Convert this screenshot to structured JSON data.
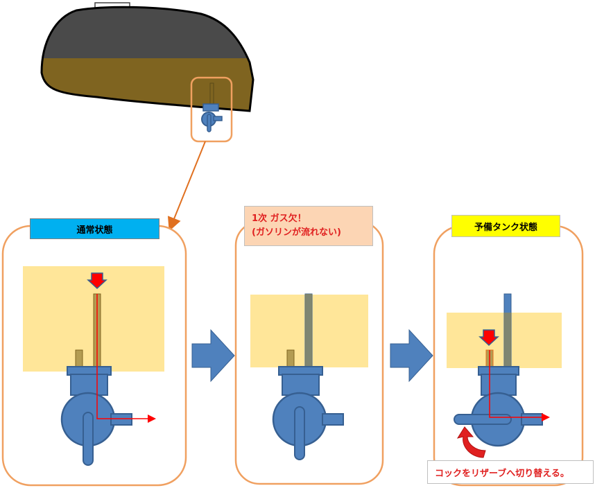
{
  "panels": {
    "normal": {
      "title": "通常状態"
    },
    "empty": {
      "title_line1": "1次 ガス欠！",
      "title_line2": "(ガソリンが流れない)"
    },
    "reserve": {
      "title": "予備タンク状態"
    }
  },
  "note": {
    "text": "コックをリザーブへ切り替える。"
  },
  "colors": {
    "tank_top": "#4a4a4a",
    "tank_fuel": "#7f6420",
    "fuel_zone": "#ffe699",
    "valve_blue": "#4f81bd",
    "valve_border": "#365f91",
    "panel_border": "#f0a060",
    "flow_arrow": "#ff0000",
    "big_arrow": "#4f81bd",
    "title_normal_bg": "#00b0f0",
    "title_reserve_bg": "#ffff00",
    "title_empty_bg": "#fcd5b4"
  }
}
